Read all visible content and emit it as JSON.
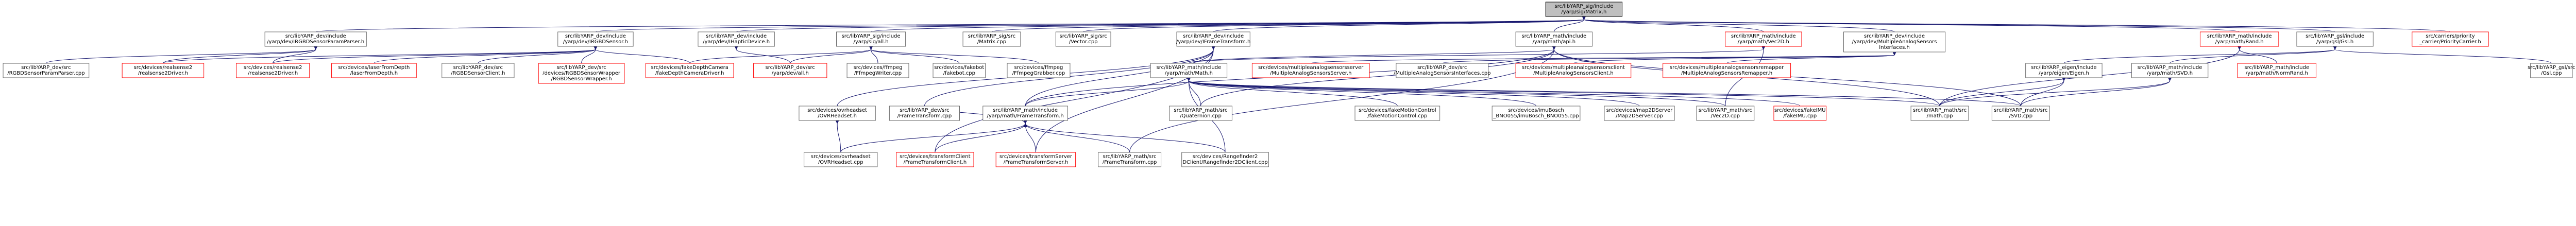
{
  "nodes": [
    {
      "id": "root",
      "kind": "root",
      "lines": [
        "src/libYARP_sig/include",
        "/yarp/sig/Matrix.h"
      ]
    },
    {
      "id": "a1",
      "kind": "normal",
      "lines": [
        "src/libYARP_dev/include",
        "/yarp/dev/IRGBDSensorParamParser.h"
      ]
    },
    {
      "id": "a2",
      "kind": "normal",
      "lines": [
        "src/libYARP_dev/include",
        "/yarp/dev/IRGBDSensor.h"
      ]
    },
    {
      "id": "a3",
      "kind": "normal",
      "lines": [
        "src/libYARP_dev/include",
        "/yarp/dev/IHapticDevice.h"
      ]
    },
    {
      "id": "a4",
      "kind": "normal",
      "lines": [
        "src/libYARP_sig/include",
        "/yarp/sig/all.h"
      ]
    },
    {
      "id": "a5",
      "kind": "normal",
      "lines": [
        "src/libYARP_sig/src",
        "/Matrix.cpp"
      ]
    },
    {
      "id": "a6",
      "kind": "normal",
      "lines": [
        "src/libYARP_sig/src",
        "/Vector.cpp"
      ]
    },
    {
      "id": "a7",
      "kind": "normal",
      "lines": [
        "src/libYARP_dev/include",
        "/yarp/dev/IFrameTransform.h"
      ]
    },
    {
      "id": "a8",
      "kind": "normal",
      "lines": [
        "src/libYARP_math/include",
        "/yarp/math/api.h"
      ]
    },
    {
      "id": "a9",
      "kind": "red",
      "lines": [
        "src/libYARP_math/include",
        "/yarp/math/Vec2D.h"
      ]
    },
    {
      "id": "a10",
      "kind": "normal",
      "lines": [
        "src/libYARP_dev/include",
        "/yarp/dev/MultipleAnalogSensors",
        "Interfaces.h"
      ]
    },
    {
      "id": "a11",
      "kind": "red",
      "lines": [
        "src/libYARP_math/include",
        "/yarp/math/Rand.h"
      ]
    },
    {
      "id": "a12",
      "kind": "normal",
      "lines": [
        "src/libYARP_gsl/include",
        "/yarp/gsl/Gsl.h"
      ]
    },
    {
      "id": "a13",
      "kind": "red",
      "lines": [
        "src/carriers/priority",
        "_carrier/PriorityCarrier.h"
      ]
    },
    {
      "id": "b1",
      "kind": "normal",
      "lines": [
        "src/libYARP_dev/src",
        "/RGBDSensorParamParser.cpp"
      ]
    },
    {
      "id": "b2",
      "kind": "red",
      "lines": [
        "src/devices/realsense2",
        "/realsense2Driver.h"
      ]
    },
    {
      "id": "b3",
      "kind": "red",
      "lines": [
        "src/devices/realsense2",
        "/realsense2Driver.h"
      ]
    },
    {
      "id": "b4",
      "kind": "red",
      "lines": [
        "src/devices/laserFromDepth",
        "/laserFromDepth.h"
      ]
    },
    {
      "id": "b5",
      "kind": "normal",
      "lines": [
        "src/libYARP_dev/src",
        "/RGBDSensorClient.h"
      ]
    },
    {
      "id": "b6",
      "kind": "red",
      "lines": [
        "src/libYARP_dev/src",
        "/devices/RGBDSensorWrapper",
        "/RGBDSensorWrapper.h"
      ]
    },
    {
      "id": "b7",
      "kind": "red",
      "lines": [
        "src/devices/fakeDepthCamera",
        "/fakeDepthCameraDriver.h"
      ]
    },
    {
      "id": "b8",
      "kind": "red",
      "lines": [
        "src/libYARP_dev/src",
        "/yarp/dev/all.h"
      ]
    },
    {
      "id": "b9",
      "kind": "normal",
      "lines": [
        "src/devices/ffmpeg",
        "/FfmpegWriter.cpp"
      ]
    },
    {
      "id": "b10",
      "kind": "normal",
      "lines": [
        "src/devices/fakebot",
        "/fakebot.cpp"
      ]
    },
    {
      "id": "b11",
      "kind": "normal",
      "lines": [
        "src/devices/ffmpeg",
        "/FfmpegGrabber.cpp"
      ]
    },
    {
      "id": "b12",
      "kind": "normal",
      "lines": [
        "src/libYARP_math/include",
        "/yarp/math/Math.h"
      ]
    },
    {
      "id": "b13",
      "kind": "red",
      "lines": [
        "src/devices/multipleanalogsensorsserver",
        "/MultipleAnalogSensorsServer.h"
      ]
    },
    {
      "id": "b14",
      "kind": "normal",
      "lines": [
        "src/libYARP_dev/src",
        "/MultipleAnalogSensorsInterfaces.cpp"
      ]
    },
    {
      "id": "b15",
      "kind": "red",
      "lines": [
        "src/devices/multipleanalogsensorsclient",
        "/MultipleAnalogSensorsClient.h"
      ]
    },
    {
      "id": "b16",
      "kind": "red",
      "lines": [
        "src/devices/multipleanalogsensorsremapper",
        "/MultipleAnalogSensorsRemapper.h"
      ]
    },
    {
      "id": "b17",
      "kind": "normal",
      "lines": [
        "src/libYARP_eigen/include",
        "/yarp/eigen/Eigen.h"
      ]
    },
    {
      "id": "b18",
      "kind": "normal",
      "lines": [
        "src/libYARP_math/include",
        "/yarp/math/SVD.h"
      ]
    },
    {
      "id": "b19",
      "kind": "red",
      "lines": [
        "src/libYARP_math/include",
        "/yarp/math/NormRand.h"
      ]
    },
    {
      "id": "b20",
      "kind": "normal",
      "lines": [
        "src/libYARP_gsl/src",
        "/Gsl.cpp"
      ]
    },
    {
      "id": "c1",
      "kind": "normal",
      "lines": [
        "src/devices/ovrheadset",
        "/OVRHeadset.h"
      ]
    },
    {
      "id": "c2",
      "kind": "normal",
      "lines": [
        "src/libYARP_dev/src",
        "/FrameTransform.cpp"
      ]
    },
    {
      "id": "c3",
      "kind": "normal",
      "lines": [
        "src/libYARP_math/include",
        "/yarp/math/FrameTransform.h"
      ]
    },
    {
      "id": "c4",
      "kind": "normal",
      "lines": [
        "src/libYARP_math/src",
        "/Quaternion.cpp"
      ]
    },
    {
      "id": "c5",
      "kind": "normal",
      "lines": [
        "src/devices/fakeMotionControl",
        "/fakeMotionControl.cpp"
      ]
    },
    {
      "id": "c6",
      "kind": "normal",
      "lines": [
        "src/devices/imuBosch",
        "_BNO055/imuBosch_BNO055.cpp"
      ]
    },
    {
      "id": "c7",
      "kind": "normal",
      "lines": [
        "src/devices/map2DServer",
        "/Map2DServer.cpp"
      ]
    },
    {
      "id": "c8",
      "kind": "normal",
      "lines": [
        "src/libYARP_math/src",
        "/Vec2D.cpp"
      ]
    },
    {
      "id": "c9",
      "kind": "red",
      "lines": [
        "src/devices/fakeIMU",
        "/fakeIMU.cpp"
      ]
    },
    {
      "id": "c10",
      "kind": "normal",
      "lines": [
        "src/libYARP_math/src",
        "/math.cpp"
      ]
    },
    {
      "id": "c11",
      "kind": "normal",
      "lines": [
        "src/libYARP_math/src",
        "/SVD.cpp"
      ]
    },
    {
      "id": "d1",
      "kind": "normal",
      "lines": [
        "src/devices/ovrheadset",
        "/OVRHeadset.cpp"
      ]
    },
    {
      "id": "d2",
      "kind": "red",
      "lines": [
        "src/devices/transformClient",
        "/FrameTransformClient.h"
      ]
    },
    {
      "id": "d3",
      "kind": "red",
      "lines": [
        "src/devices/transformServer",
        "/FrameTransformServer.h"
      ]
    },
    {
      "id": "d4",
      "kind": "normal",
      "lines": [
        "src/libYARP_math/src",
        "/FrameTransform.cpp"
      ]
    },
    {
      "id": "d5",
      "kind": "normal",
      "lines": [
        "src/devices/Rangefinder2",
        "DClient/Rangefinder2DClient.cpp"
      ]
    }
  ]
}
